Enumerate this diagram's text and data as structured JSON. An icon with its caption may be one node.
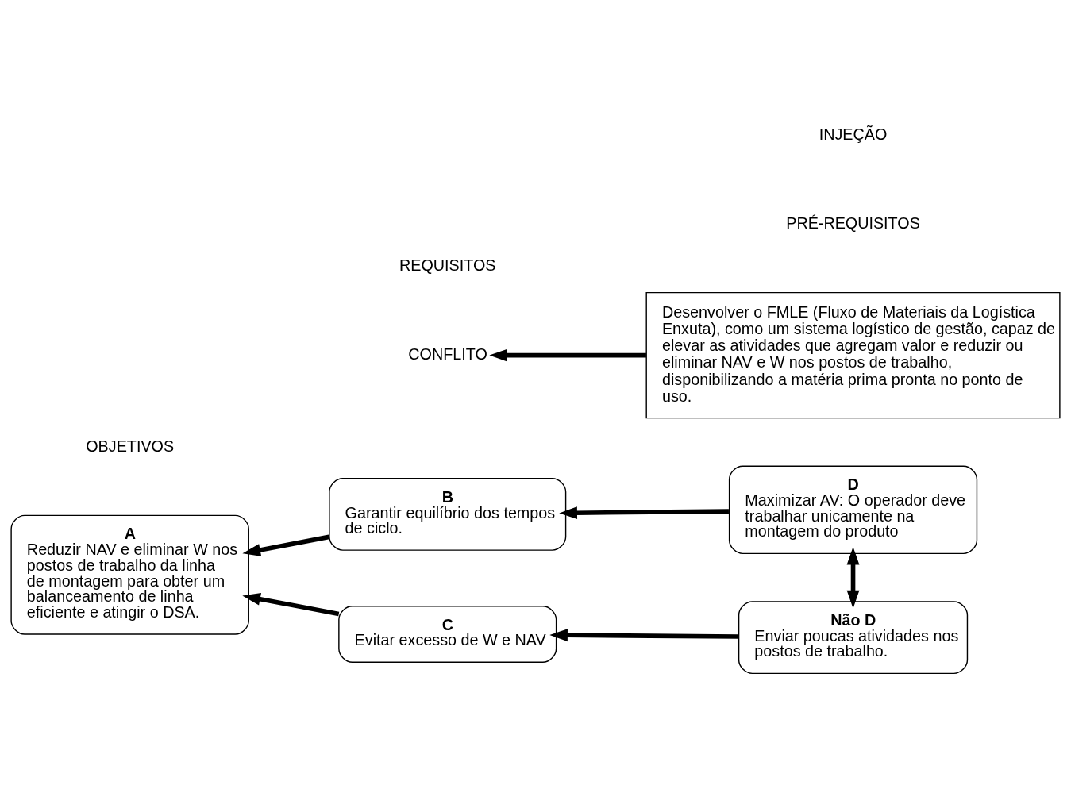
{
  "diagram": {
    "nodes": [
      {
        "text": [
          "B",
          "Garantir equilíbrio dos tempos de ciclo."
        ]
      },
      {
        "text": [
          "D",
          "Maximizar AV: O operador deve trabalhar unicamente na montagem do produto"
        ]
      },
      {
        "text": [
          "A",
          "Reduzir NAV e eliminar W nos postos de trabalho da linha de montagem para obter um balanceamento de linha eficiente e atingir o DSA."
        ]
      },
      {
        "text": [
          "CONFLITO"
        ]
      },
      {
        "text": [
          "C",
          "Evitar excesso de W e NAV"
        ]
      },
      {
        "text": [
          "Não D",
          "Enviar poucas atividades nos postos de trabalho."
        ]
      },
      {
        "text": [
          "Desenvolver o FMLE (Fluxo de Materiais da Logística Enxuta), como um sistema logístico de gestão, capaz de elevar as atividades que agregam valor e reduzir ou eliminar NAV e W nos postos de trabalho, disponibilizando a matéria prima pronta no ponto de uso."
        ]
      }
    ],
    "edges": [
      {
        "from": 0,
        "to": 2,
        "arrow": "to"
      },
      {
        "from": 1,
        "to": 0,
        "arrow": "to"
      },
      {
        "from": 4,
        "to": 2,
        "arrow": "to"
      },
      {
        "from": 5,
        "to": 4,
        "arrow": "to"
      },
      {
        "from": 1,
        "to": 5,
        "arrow": "both"
      },
      {
        "from": 6,
        "to": 3,
        "arrow": "to"
      }
    ],
    "labels": [
      "REQUISITOS",
      "PRÉ-REQUISITOS",
      "OBJETIVOS",
      "INJEÇÃO"
    ]
  }
}
